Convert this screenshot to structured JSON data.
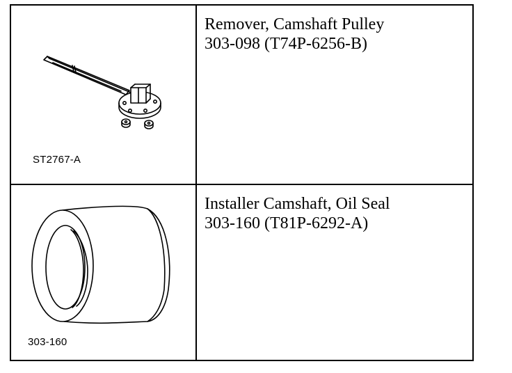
{
  "tools": [
    {
      "illustration": "camshaft-pulley-remover-icon",
      "image_code": "ST2767-A",
      "name": "Remover, Camshaft Pulley",
      "number": "303-098 (T74P-6256-B)"
    },
    {
      "illustration": "camshaft-oil-seal-installer-icon",
      "image_code": "303-160",
      "name": "Installer Camshaft, Oil Seal",
      "number": "303-160 (T81P-6292-A)"
    }
  ]
}
